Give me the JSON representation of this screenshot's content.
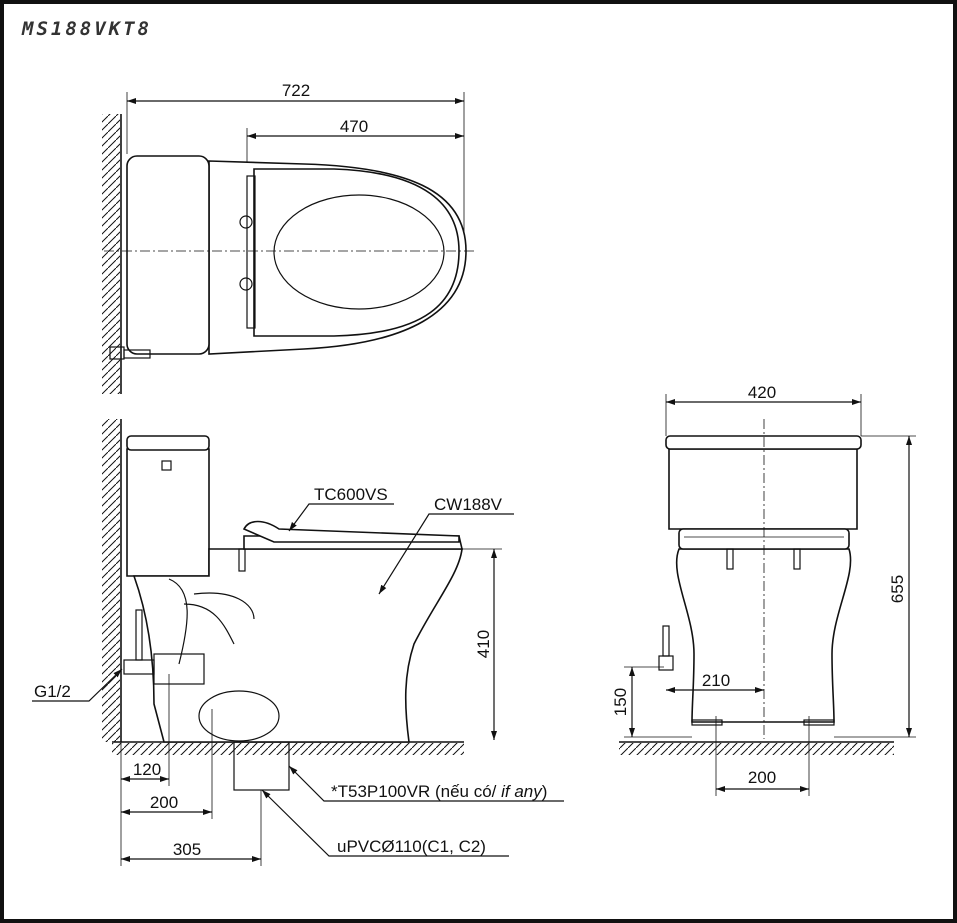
{
  "title": "MS188VKT8",
  "top_view": {
    "dims": {
      "overall_length": "722",
      "seat_length": "470"
    }
  },
  "side_view": {
    "dims": {
      "bowl_height": "410",
      "supply_from_wall": "120",
      "outlet_200": "200",
      "outlet_305": "305"
    },
    "labels": {
      "seat": "TC600VS",
      "bowl": "CW188V",
      "supply": "G1/2",
      "adapter_prefix": "*T53P100VR (nếu có/ ",
      "adapter_italic": "if any",
      "adapter_suffix": ")",
      "pipe": "uPVCØ110(C1, C2)"
    }
  },
  "front_view": {
    "dims": {
      "width": "420",
      "height": "655",
      "supply_height": "150",
      "supply_offset": "210",
      "bolt_spacing": "200"
    }
  }
}
